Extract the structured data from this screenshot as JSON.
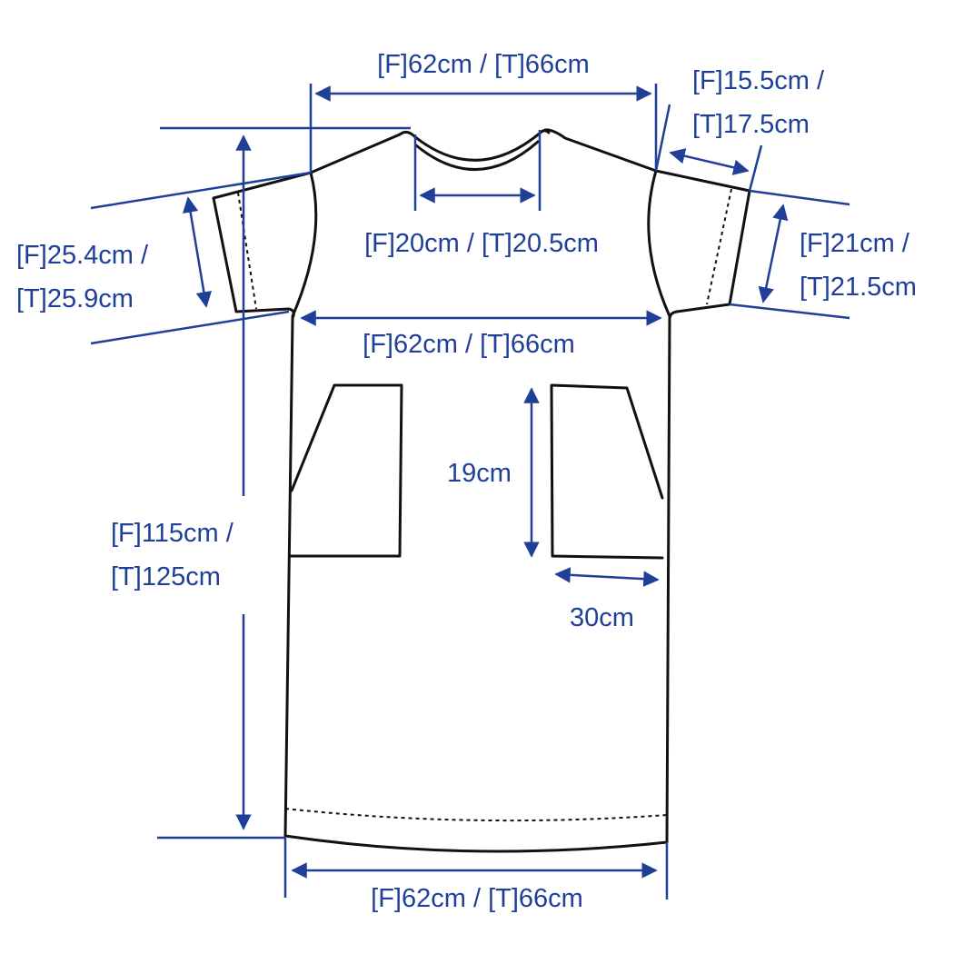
{
  "colors": {
    "dimension": "#1f3f99",
    "outline": "#111111"
  },
  "labels": {
    "shoulder_width": "[F]62cm / [T]66cm",
    "shoulder_slope_line1": "[F]15.5cm /",
    "shoulder_slope_line2": "[T]17.5cm",
    "neck_width": "[F]20cm / [T]20.5cm",
    "sleeve_opening_left_line1": "[F]25.4cm /",
    "sleeve_opening_left_line2": "[T]25.9cm",
    "sleeve_opening_right_line1": "[F]21cm /",
    "sleeve_opening_right_line2": "[T]21.5cm",
    "chest_width": "[F]62cm / [T]66cm",
    "pocket_height": "19cm",
    "pocket_width": "30cm",
    "total_length_line1": "[F]115cm /",
    "total_length_line2": "[T]125cm",
    "hem_width": "[F]62cm / [T]66cm"
  }
}
